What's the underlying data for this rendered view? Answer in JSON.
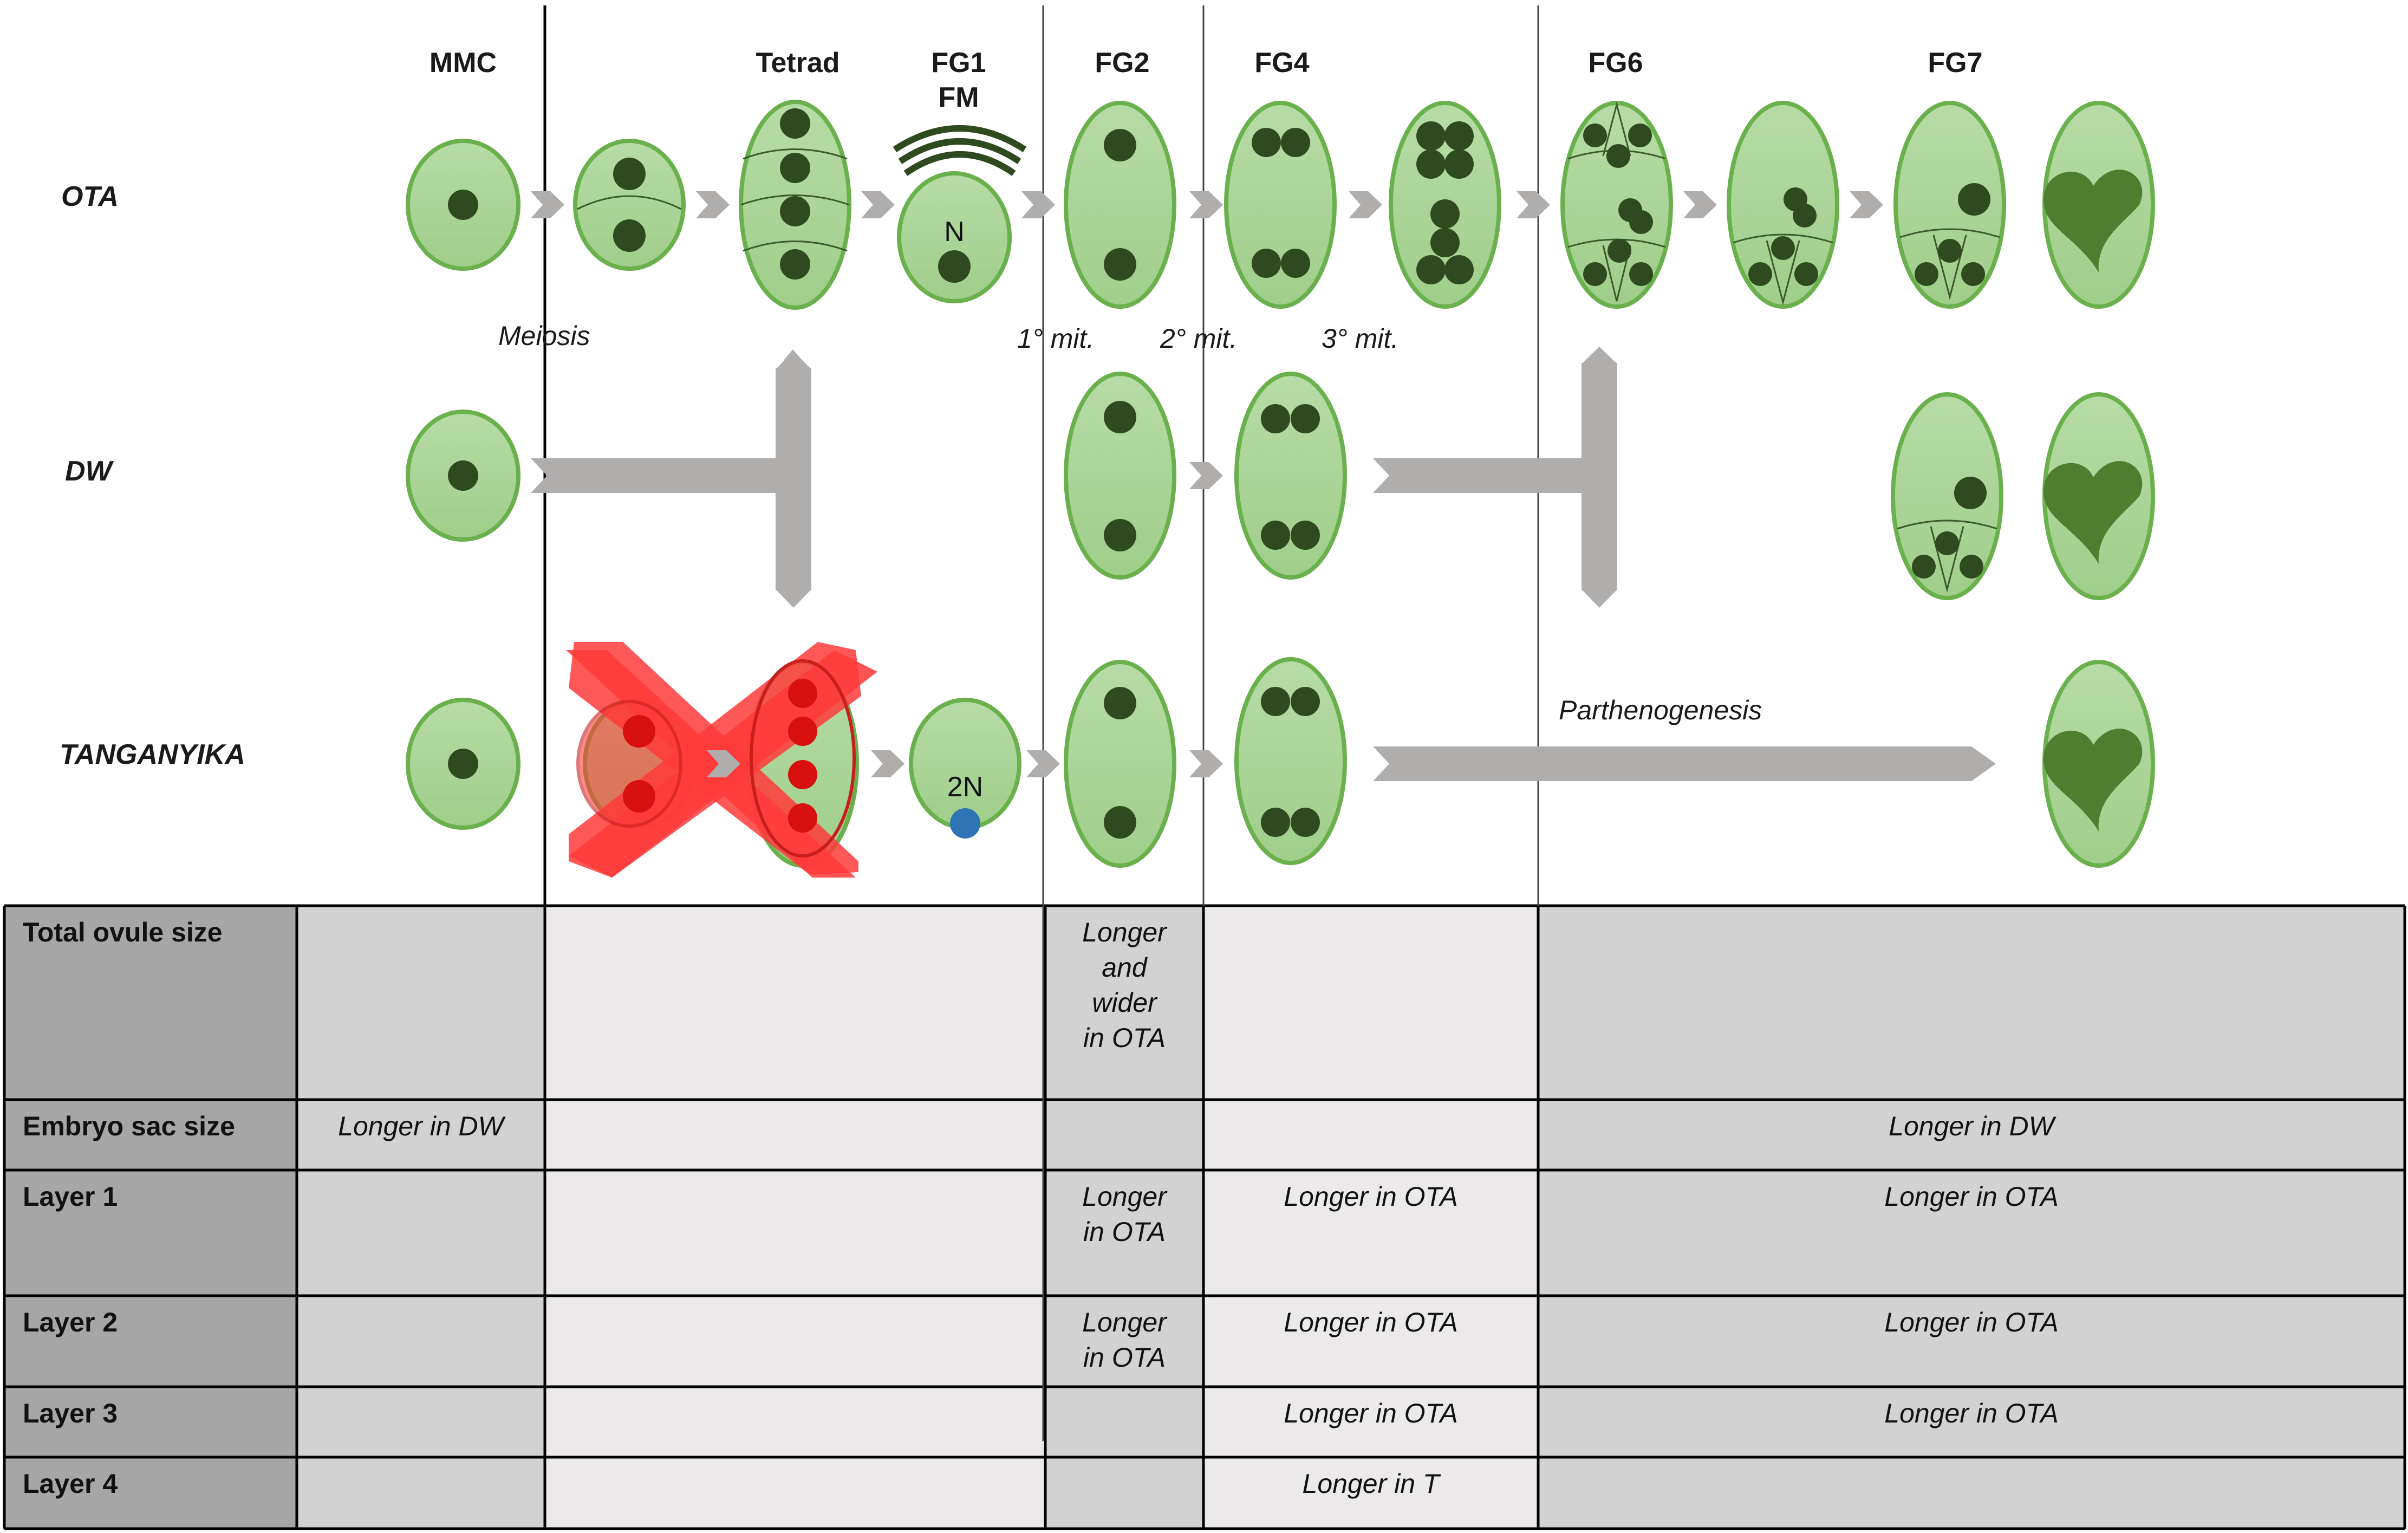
{
  "stages": [
    {
      "id": "mmc",
      "label": "MMC"
    },
    {
      "id": "tetrad",
      "label": "Tetrad"
    },
    {
      "id": "fg1",
      "label": "FG1"
    },
    {
      "id": "fm",
      "label": "FM"
    },
    {
      "id": "fg2",
      "label": "FG2"
    },
    {
      "id": "fg4",
      "label": "FG4"
    },
    {
      "id": "fg6",
      "label": "FG6"
    },
    {
      "id": "fg7",
      "label": "FG7"
    }
  ],
  "genotypes": {
    "ota": "OTA",
    "dw": "DW",
    "tanganyika": "TANGANYIKA"
  },
  "process_labels": {
    "meiosis": "Meiosis",
    "mit1": "1° mit.",
    "mit2": "2° mit.",
    "mit3": "3° mit.",
    "parthenogenesis": "Parthenogenesis"
  },
  "nucleus_labels": {
    "haploid": "N",
    "diploid": "2N"
  },
  "table": {
    "rows": [
      {
        "label": "Total ovule size",
        "cells": [
          "",
          "",
          "Longer and wider in OTA",
          "",
          ""
        ]
      },
      {
        "label": "Embryo sac size",
        "cells": [
          "Longer in DW",
          "",
          "",
          "",
          "Longer in DW"
        ]
      },
      {
        "label": "Layer 1",
        "cells": [
          "",
          "",
          "Longer in OTA",
          "Longer in OTA",
          "Longer in OTA"
        ]
      },
      {
        "label": "Layer 2",
        "cells": [
          "",
          "",
          "Longer in OTA",
          "Longer in OTA",
          "Longer in OTA"
        ]
      },
      {
        "label": "Layer 3",
        "cells": [
          "",
          "",
          "",
          "Longer in OTA",
          "Longer in OTA"
        ]
      },
      {
        "label": "Layer 4",
        "cells": [
          "",
          "",
          "",
          "Longer in T",
          ""
        ]
      }
    ]
  },
  "colors": {
    "cell_fill": "#b3d9a0",
    "cell_stroke": "#6ab04c",
    "nucleus": "#2e4a1e",
    "embryo": "#4e7f30",
    "arrow": "#b0adad",
    "cross": "#ff3b3b",
    "red_nucleus": "#d81010",
    "diploid_nucleus": "#2e75b6",
    "header_cell": "#a6a6a6",
    "dark_cell": "#d2d2d2",
    "light_cell": "#ebe9ea",
    "grid_line": "#000000"
  }
}
